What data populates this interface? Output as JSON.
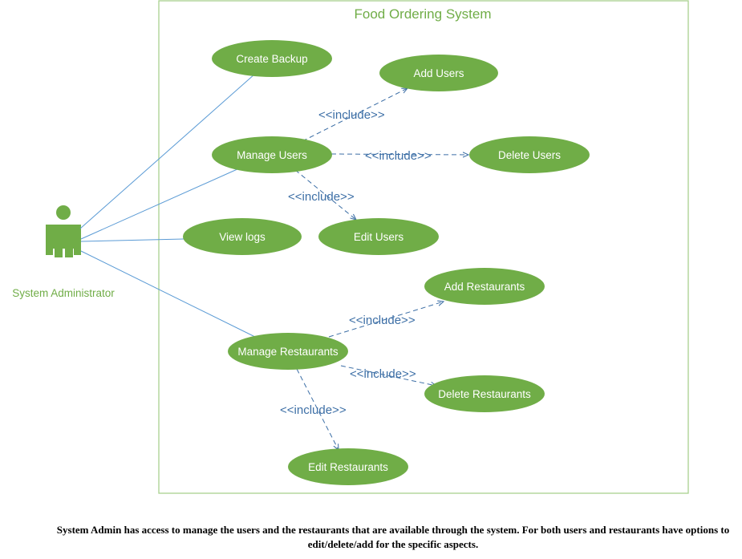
{
  "colors": {
    "usecase_fill": "#70ad47",
    "system_border": "#a9d18e",
    "association_line": "#5b9bd5",
    "include_line": "#3d6fa6",
    "label_text": "#70ad47"
  },
  "system": {
    "title": "Food Ordering System"
  },
  "actor": {
    "name": "System Administrator",
    "icon": "stick-figure-icon"
  },
  "use_cases": {
    "create_backup": "Create Backup",
    "add_users": "Add Users",
    "manage_users": "Manage Users",
    "delete_users": "Delete Users",
    "view_logs": "View logs",
    "edit_users": "Edit Users",
    "add_restaurants": "Add Restaurants",
    "manage_restaurants": "Manage Restaurants",
    "delete_restaurants": "Delete Restaurants",
    "edit_restaurants": "Edit Restaurants"
  },
  "include_label": "<<include>>",
  "caption": "System Admin has access to manage the users and the restaurants that are available through the system. For both users and restaurants have options to edit/delete/add for the specific aspects."
}
